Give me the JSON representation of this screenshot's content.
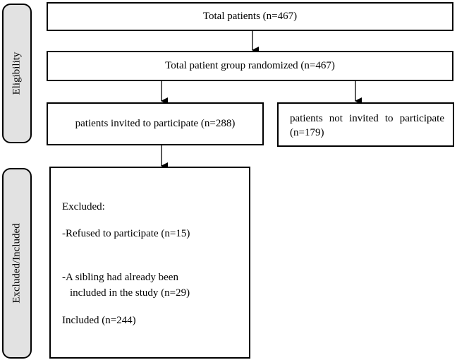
{
  "sidebar": {
    "eligibility": "Eligibility",
    "excluded_included": "Excluded/Included"
  },
  "boxes": {
    "total_patients": "Total patients (n=467)",
    "randomized": "Total patient group randomized (n=467)",
    "invited": "patients invited to participate (n=288)",
    "not_invited": "patients not invited to participate (n=179)",
    "outcome": {
      "excluded": "Excluded:",
      "refused": "-Refused to participate (n=15)",
      "sibling_line1": "-A sibling had already been",
      "sibling_line2": "included in the study (n=29)",
      "included": "Included (n=244)"
    }
  }
}
